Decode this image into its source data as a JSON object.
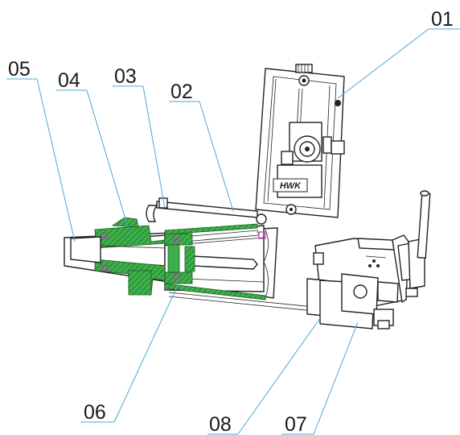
{
  "callouts": [
    {
      "id": "01",
      "label": "01"
    },
    {
      "id": "02",
      "label": "02"
    },
    {
      "id": "03",
      "label": "03"
    },
    {
      "id": "04",
      "label": "04"
    },
    {
      "id": "05",
      "label": "05"
    },
    {
      "id": "06",
      "label": "06"
    },
    {
      "id": "07",
      "label": "07"
    },
    {
      "id": "08",
      "label": "08"
    }
  ],
  "colors": {
    "leader": "#4aa8d8",
    "section_fill": "#3cb04a",
    "fastener": "#c23bb4",
    "linework": "#222222"
  },
  "plate_logo_text": "HWK"
}
